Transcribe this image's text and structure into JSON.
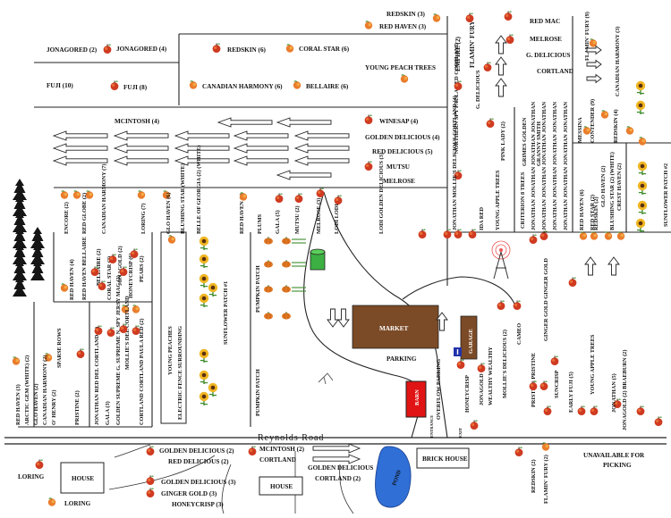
{
  "road_name": "Reynolds Road",
  "colors": {
    "apple_red": "#c8321e",
    "apple_orange": "#e8762a",
    "market": "#7b4a26",
    "barn": "#e01414",
    "pond": "#2f6fd6",
    "sunflower": "#e9a81c",
    "tank": "#3cb043",
    "tree": "#1a1a1a",
    "info": "#2233aa"
  },
  "buildings": {
    "market": "MARKET",
    "garage": "GARAGE",
    "barn": "BARN",
    "pond": "POND",
    "house_1": "HOUSE",
    "house_2": "HOUSE",
    "brick_house": "BRICK HOUSE"
  },
  "areas": {
    "parking": "PARKING",
    "overflow_parking": "OVERFLOW PARKING",
    "young_peach_trees": "YOUNG PEACH TREES",
    "young_peaches_box": "YOUNG PEACHES",
    "electric_fence": "ELECTRIC FENCE SURROUNDING",
    "sunflower_patch_1": "SUNFLOWER PATCH #1",
    "sunflower_patch_2": "SUNFLOWER PATCH #2",
    "pumpkin_patch_1": "PUMPKIN PATCH",
    "pumpkin_patch_2": "PUMPKIN PATCH",
    "young_apple_trees_1": "YOUNG APPLE TREES",
    "young_apple_trees_2": "YOUNG APPLE TREES",
    "criterion_rows": "CRITERION 8 TREES",
    "unavailable": "UNAVAILABLE FOR PICKING",
    "sparse_rows": "SPARSE ROWS",
    "entrance": "ENTRANCE",
    "exit": "EXIT"
  },
  "top_labels": {
    "redskin_3": "REDSKIN (3)",
    "red_haven_3": "RED HAVEN (3)",
    "jonagored_2": "JONAGORED (2)",
    "jonagored_4": "JONAGORED (4)",
    "redskin_6": "REDSKIN (6)",
    "coral_star_6": "CORAL STAR (6)",
    "fuji_10": "FUJI (10)",
    "fuji_8": "FUJI (8)",
    "canadian_harmony_6": "CANADIAN HARMONY (6)",
    "bellaire_6": "BELLAIRE (6)",
    "mcintosh_4": "MCINTOSH (4)",
    "winesap_4": "WINESAP (4)",
    "golden_delicious_4": "GOLDEN DELICIOUS (4)",
    "red_delicious_5": "RED DELICIOUS (5)",
    "mutsu": "MUTSU",
    "melrose": "MELROSE"
  },
  "center_verticals": {
    "encore": "ENCORE (2)",
    "red_globe": "RED GLOBE (2)",
    "canadian_harmony_7": "CANADIAN HARMONY (7)",
    "loring_7": "LORING (7)",
    "glo_haven": "GLO HAVEN (6)",
    "blushing_star": "BLUSHING STAR (WHITE)",
    "belle_of_georgia": "BELLE OF GEORGIA (2) (WHITE)",
    "red_haven_5": "RED HAVEN (5)",
    "plums": "PLUMS",
    "gala_5": "GALA (5)",
    "mutsu_2": "MUTSU (2)",
    "melrose_3": "MELROSE (3)",
    "lodi_pair": "LODI LODI",
    "lodi_golden": "LODI GOLDEN DELICIOUS (3)"
  },
  "right_verticals": {
    "empire": "EMPIRE (2)",
    "flamin_fury": "FLAMIN' FURY",
    "northern_spy": "NORTHERN SPY PAULA RED CORTLAND",
    "g_delicious": "G. DELICIOUS",
    "jonathan_mollie": "JONATHAN MOLLIE'S DELICIOUS CORTLAND (4)",
    "ida_red": "IDA RED",
    "pink_lady": "PINK LADY (2)",
    "grimes_golden": "GRIMES GOLDEN",
    "granny_smith": "GRANNY SMITH",
    "jonathan_rows": "JONATHAN JONATHAN JONATHAN JONATHAN",
    "messina": "MESSINA",
    "contender": "CONTENDER (9)",
    "redskin_4": "REDSKIN (4)",
    "canadian_harmony_3": "CANADIAN HARMONY (3)",
    "flamin_fury_9": "FLAMIN' FURY (9)",
    "red_mac": "RED MAC",
    "melrose_r": "MELROSE",
    "g_delicious_r": "G. DELICIOUS",
    "cortland_r": "CORTLAND",
    "red_haven_6": "RED HAVEN (6)",
    "red_star_2": "RED STAR (2)",
    "glo_haven_2": "GLO HAVEN (2)",
    "redskin_2": "REDSKIN (2)",
    "blushing_star_2": "BLUSHING STAR (2) (WHITE)",
    "crest_haven_2": "CREST HAVEN (2)"
  },
  "left_verticals": {
    "red_haven_4": "RED HAVEN (4)",
    "red_haven_bellaire": "RED HAVEN BELLAIRE",
    "bellaire_2": "BELLAIRE (2)",
    "coral_star_2": "CORAL STAR (2)",
    "jonagold_2": "JONAGOLD (2)",
    "honeycrisp_6": "HONEYCRISP (6)",
    "pears_2": "PEARS (2)",
    "red_haven_3b": "RED HAVEN (3)",
    "arctic_gem": "ARCTIC GEM (WHITE) (2)",
    "glo_haven_2b": "GLO HAVEN (2)",
    "canadian_harmony_2": "CANADIAN HARMONY (2)",
    "o_henry": "O' HENRY (2)",
    "pristine": "PRISTINE (2)",
    "jonathan_red_del": "JONATHAN RED DEL CORTLAND (2)",
    "gala_3": "GALA (3)",
    "golden_supreme": "GOLDEN SUPREME G. SUPREME N. SPY JERSY MAC (2)",
    "mollies_del": "MOLLIE'S DEL CORTLAND",
    "cortland_paula": "CORTLAND CORTLAND PAULA RED (2)"
  },
  "right_of_market": {
    "honeycrisp": "HONEYCRISP",
    "jonagold": "JONAGOLD",
    "wealthy": "WEALTHY WEALTHY",
    "mollies_del_2": "MOLLIE'S DELICIOUS (2)",
    "cameo": "CAMEO",
    "pristine_gg": "PRISTINE PRISTINE",
    "ginger_gold": "GINGER GOLD GINGER GOLD",
    "suncrisp": "SUNCRISP",
    "early_fuji": "EARLY FUJI (5)",
    "jonathan_5": "JONATHAN (5)",
    "jonagold_braeburn": "JONAGOLD (2) BRAEBURN (2)"
  },
  "bottom_labels": {
    "golden_delicious_2": "GOLDEN DELICIOUS (2)",
    "red_delicious_2": "RED DELICIOUS (2)",
    "golden_delicious_3": "GOLDEN DELICIOUS (3)",
    "ginger_gold_3": "GINGER GOLD (3)",
    "honeycrisp_3": "HONEYCRISP (3)",
    "mcintosh_2": "MCINTOSH (2)",
    "cortland": "CORTLAND",
    "golden_delicious_b": "GOLDEN DELICIOUS",
    "cortland_2": "CORTLAND (2)",
    "loring": "LORING",
    "loring_2": "LORING",
    "redskin_2b": "REDSKIN (2)",
    "flamin_fury_2": "FLAMIN' FURY (2)"
  }
}
